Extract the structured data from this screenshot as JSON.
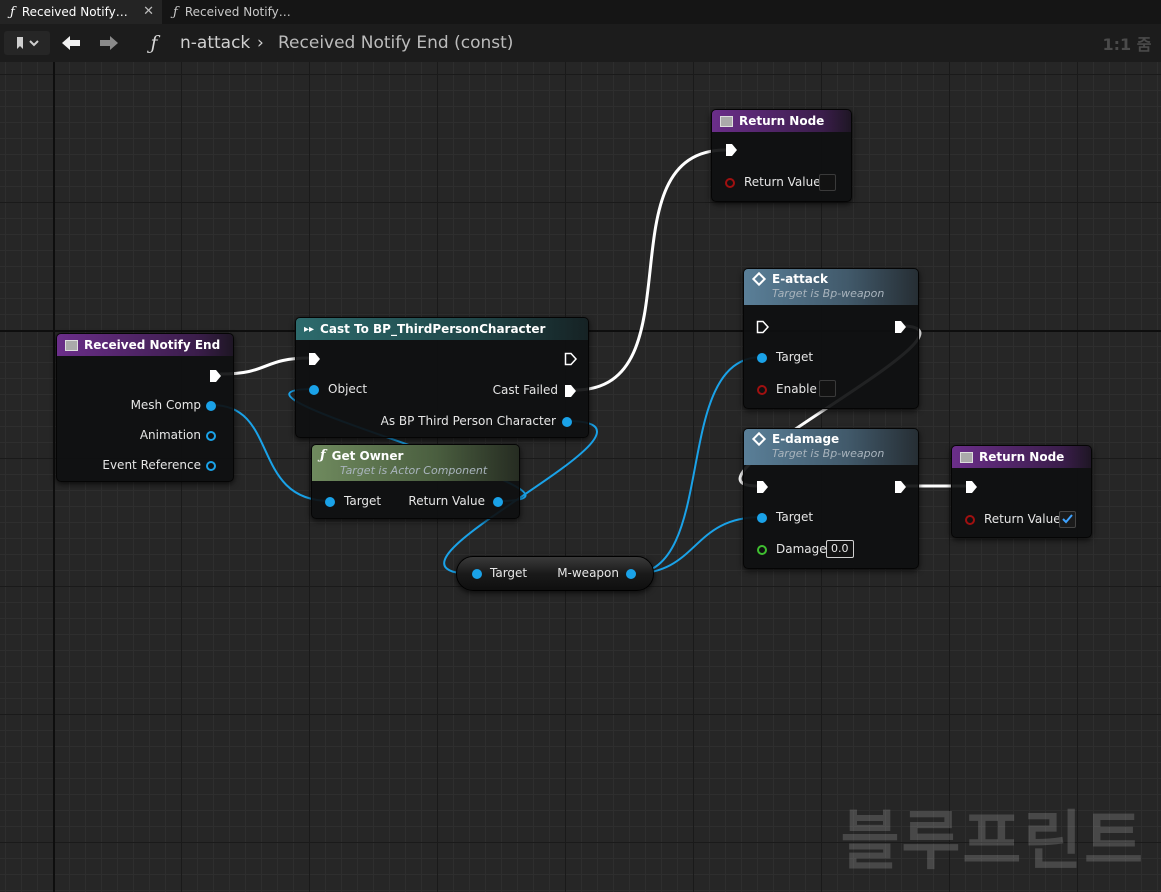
{
  "tabs": [
    {
      "label": "Received Notify…",
      "active": true
    },
    {
      "label": "Received Notify…",
      "active": false
    }
  ],
  "toolbar": {
    "breadcrumb_1": "n-attack",
    "breadcrumb_sep": "›",
    "breadcrumb_2": "Received Notify End (const)",
    "zoom": "1:1 줌"
  },
  "nodes": {
    "received_notify_end": {
      "title": "Received Notify End",
      "pins": [
        "Mesh Comp",
        "Animation",
        "Event Reference"
      ]
    },
    "cast": {
      "title": "Cast To BP_ThirdPersonCharacter",
      "pin_object": "Object",
      "pin_cast_failed": "Cast Failed",
      "pin_as": "As BP Third Person Character"
    },
    "get_owner": {
      "title": "Get Owner",
      "subtitle": "Target is Actor Component",
      "pin_target": "Target",
      "pin_return": "Return Value"
    },
    "return_top": {
      "title": "Return Node",
      "pin_return": "Return Value",
      "checked": false
    },
    "e_attack": {
      "title": "E-attack",
      "subtitle": "Target is Bp-weapon",
      "pin_target": "Target",
      "pin_enable": "Enable"
    },
    "e_damage": {
      "title": "E-damage",
      "subtitle": "Target is Bp-weapon",
      "pin_target": "Target",
      "pin_damage": "Damage",
      "damage_value": "0.0"
    },
    "return_right": {
      "title": "Return Node",
      "pin_return": "Return Value",
      "checked": true
    },
    "m_weapon": {
      "pin_target": "Target",
      "pin_out": "M-weapon"
    }
  },
  "watermark": "블루프린트",
  "colors": {
    "exec_wire": "#ffffff",
    "object_wire": "#1aa2e8",
    "bool_pin": "#a01010",
    "float_pin": "#3fbf30",
    "function_header": "#6b2e8a",
    "cast_header": "#2d6b6d",
    "pure_header": "#6f8a5e",
    "call_header": "#5a7f98"
  }
}
